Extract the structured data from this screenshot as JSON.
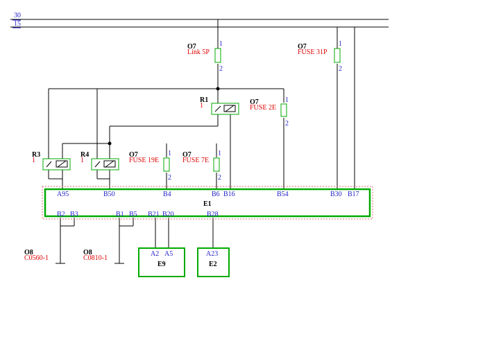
{
  "rails": {
    "r30": "30",
    "r15": "15"
  },
  "fuses": {
    "link5p": {
      "code": "O7",
      "name": "Link 5P",
      "pin_top": "1",
      "pin_bot": "2"
    },
    "fuse31p": {
      "code": "O7",
      "name": "FUSE 31P",
      "pin_top": "1",
      "pin_bot": "2"
    },
    "fuse2e": {
      "code": "O7",
      "name": "FUSE 2E",
      "pin_top": "1",
      "pin_bot": "2"
    },
    "fuse19e": {
      "code": "O7",
      "name": "FUSE 19E",
      "pin_top": "1",
      "pin_bot": "2"
    },
    "fuse7e": {
      "code": "O7",
      "name": "FUSE 7E",
      "pin_top": "1",
      "pin_bot": "2"
    }
  },
  "relays": {
    "r1": {
      "code": "R1",
      "pin": "1"
    },
    "r3": {
      "code": "R3",
      "pin": "1"
    },
    "r4": {
      "code": "R4",
      "pin": "1"
    }
  },
  "module_e1": {
    "name": "E1",
    "top_pins": [
      "A95",
      "B50",
      "B4",
      "B6",
      "B16",
      "B54",
      "B30",
      "B17"
    ],
    "bottom_pins": [
      "B2",
      "B3",
      "B1",
      "B5",
      "B21",
      "B20",
      "B28"
    ]
  },
  "grounds": {
    "g1": {
      "code": "O8",
      "name": "C0560-1"
    },
    "g2": {
      "code": "O8",
      "name": "C0810-1"
    }
  },
  "module_e9": {
    "name": "E9",
    "pins": [
      "A2",
      "A5"
    ]
  },
  "module_e2": {
    "name": "E2",
    "pins": [
      "A23"
    ]
  },
  "colors": {
    "wire": "#000000",
    "box": "#00aa00",
    "pin_text": "#2222cc",
    "fuse_text": "#e00000"
  }
}
